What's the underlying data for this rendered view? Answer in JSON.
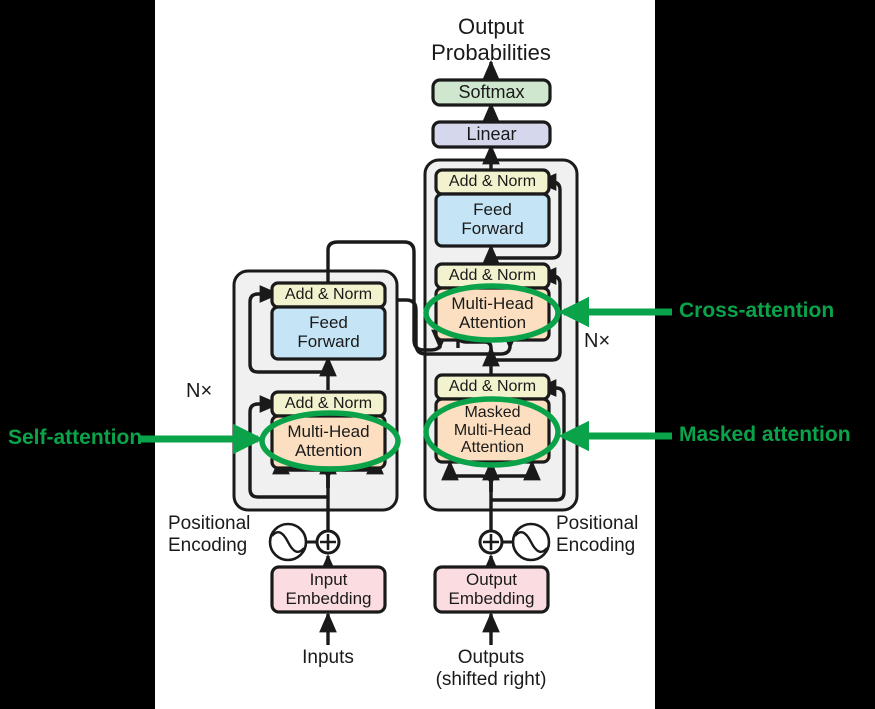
{
  "figure": {
    "title": "Transformer architecture diagram",
    "canvas_bg": "#ffffff",
    "page_bg": "#000000"
  },
  "colors": {
    "add_norm": "#f2f2ce",
    "feed_forward": "#c5e4f5",
    "attention": "#fbdfc0",
    "softmax": "#cfe6cf",
    "linear": "#d5d7ec",
    "embedding": "#fbdde1",
    "block_panel": "#f0f0f0",
    "stroke": "#1a1a1a",
    "annotation_green": "#0aa34a"
  },
  "top": {
    "output_probabilities": "Output\nProbabilities",
    "softmax": "Softmax",
    "linear": "Linear"
  },
  "encoder": {
    "repeat_label": "N×",
    "add_norm_top": "Add & Norm",
    "feed_forward": "Feed\nForward",
    "add_norm_bottom": "Add & Norm",
    "attention": "Multi-Head\nAttention"
  },
  "decoder": {
    "repeat_label": "N×",
    "add_norm_top": "Add & Norm",
    "feed_forward": "Feed\nForward",
    "add_norm_mid": "Add & Norm",
    "cross_attention": "Multi-Head\nAttention",
    "add_norm_bottom": "Add & Norm",
    "masked_attention": "Masked\nMulti-Head\nAttention"
  },
  "bottom_left": {
    "positional_encoding": "Positional\nEncoding",
    "embedding": "Input\nEmbedding",
    "source": "Inputs"
  },
  "bottom_right": {
    "positional_encoding": "Positional\nEncoding",
    "embedding": "Output\nEmbedding",
    "source": "Outputs\n(shifted right)"
  },
  "annotations": [
    {
      "id": "self-attention",
      "text": "Self-attention",
      "side": "left",
      "target": "encoder-multi-head-attention"
    },
    {
      "id": "cross-attention",
      "text": "Cross-attention",
      "side": "right",
      "target": "decoder-cross-attention"
    },
    {
      "id": "masked-attention",
      "text": "Masked attention",
      "side": "right",
      "target": "decoder-masked-attention"
    }
  ]
}
